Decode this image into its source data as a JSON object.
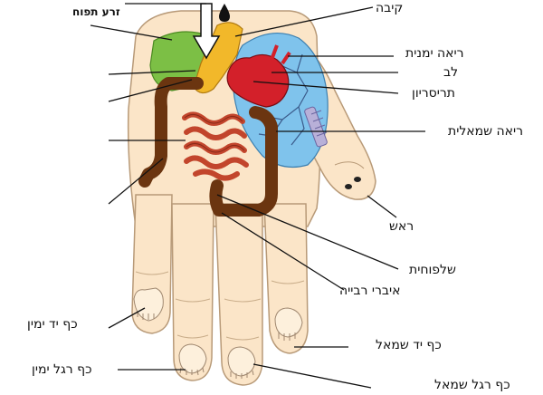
{
  "labels": {
    "seed": "זרע תפוח",
    "stomach": "קיבה",
    "right_lung": "ריאה ימנית",
    "heart": "לב",
    "duodenum": "תריסריון",
    "left_lung": "ריאה שמאלית",
    "head": "ראש",
    "bladder": "שלפוחית",
    "reproductive": "איברי רבייה",
    "right_hand": "כף יד ימין",
    "right_foot": "כף רגל ימין",
    "left_hand": "כף יד שמאל",
    "left_foot": "כף רגל שמאל"
  },
  "colors": {
    "skin": "#fbe5c8",
    "outline": "#b89a78",
    "liver": "#7cbf45",
    "gallbladder": "#f2b82a",
    "lung": "#7fc3ec",
    "heart": "#d3202a",
    "intestine_large": "#6b3510",
    "intestine_small": "#c2452c",
    "spine": "#b8b0d8"
  }
}
